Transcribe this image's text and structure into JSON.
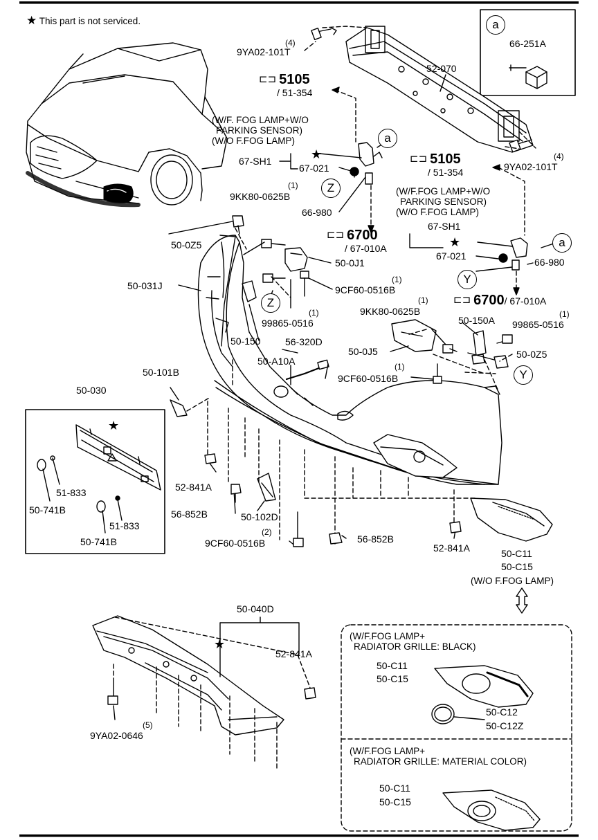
{
  "legend": {
    "star_icon": "star-icon",
    "text": "This part is not serviced."
  },
  "callouts": {
    "a": "a",
    "y": "Y",
    "z": "Z"
  },
  "refs": {
    "r5105_top": {
      "num": "5105",
      "sub": "/ 51-354"
    },
    "r5105_mid": {
      "num": "5105",
      "sub": "/ 51-354"
    },
    "r6700_left": {
      "num": "6700",
      "sub": "/ 67-010A"
    },
    "r6700_right": {
      "num": "6700",
      "sub": "/ 67-010A"
    }
  },
  "notes": {
    "left_fog": [
      "(W/F. FOG LAMP+W/O",
      "PARKING SENSOR)",
      "(W/O F.FOG LAMP)"
    ],
    "right_fog": [
      "(W/F.FOG LAMP+W/O",
      "PARKING SENSOR)",
      "(W/O F.FOG LAMP)"
    ],
    "wo_fog": "(W/O F.FOG LAMP)",
    "grille_black": [
      "(W/F.FOG LAMP+",
      "RADIATOR GRILLE: BLACK)"
    ],
    "grille_material": [
      "(W/F.FOG LAMP+",
      "RADIATOR GRILLE: MATERIAL COLOR)"
    ]
  },
  "parts": {
    "p_66251A": "66-251A",
    "p_52070": "52-070",
    "q4_top": "(4)",
    "p_9YA02_101T_top": "9YA02-101T",
    "q4_right": "(4)",
    "p_9YA02_101T_right": "9YA02-101T",
    "p_67SH1_left": "67-SH1",
    "p_67021_left": "67-021",
    "p_66980_left": "66-980",
    "q1_9KK_left": "(1)",
    "p_9KK80_left": "9KK80-0625B",
    "p_50025_left": "50-0Z5",
    "p_500J1": "50-0J1",
    "p_50031J": "50-031J",
    "q1_9CF_top": "(1)",
    "p_9CF60_top": "9CF60-0516B",
    "q1_998_left": "(1)",
    "p_99865_left": "99865-0516",
    "p_50150": "50-150",
    "p_56320D": "56-320D",
    "p_50A10A": "50-A10A",
    "p_67SH1_right": "67-SH1",
    "p_67021_right": "67-021",
    "p_66980_right": "66-980",
    "q1_9KK_right": "(1)",
    "p_9KK80_right": "9KK80-0625B",
    "p_50150A": "50-150A",
    "q1_998_right": "(1)",
    "p_99865_right": "99865-0516",
    "p_500J5": "50-0J5",
    "p_50025_right": "50-0Z5",
    "q1_9CF_mid": "(1)",
    "p_9CF60_mid": "9CF60-0516B",
    "p_50101B": "50-101B",
    "p_50030": "50-030",
    "p_51833_a": "51-833",
    "p_50741B_a": "50-741B",
    "p_51833_b": "51-833",
    "p_50741B_b": "50-741B",
    "p_52841A_left": "52-841A",
    "p_56852B_left": "56-852B",
    "p_50102D": "50-102D",
    "q2_9CF_bot": "(2)",
    "p_9CF60_bot": "9CF60-0516B",
    "p_56852B_right": "56-852B",
    "p_52841A_right": "52-841A",
    "p_50C11_a": "50-C11",
    "p_50C15_a": "50-C15",
    "p_50040D": "50-040D",
    "p_52841A_low": "52-841A",
    "q5": "(5)",
    "p_9YA02_0646": "9YA02-0646",
    "p_50C11_b": "50-C11",
    "p_50C15_b": "50-C15",
    "p_50C12": "50-C12",
    "p_50C12Z": "50-C12Z",
    "p_50C11_c": "50-C11",
    "p_50C15_c": "50-C15"
  }
}
